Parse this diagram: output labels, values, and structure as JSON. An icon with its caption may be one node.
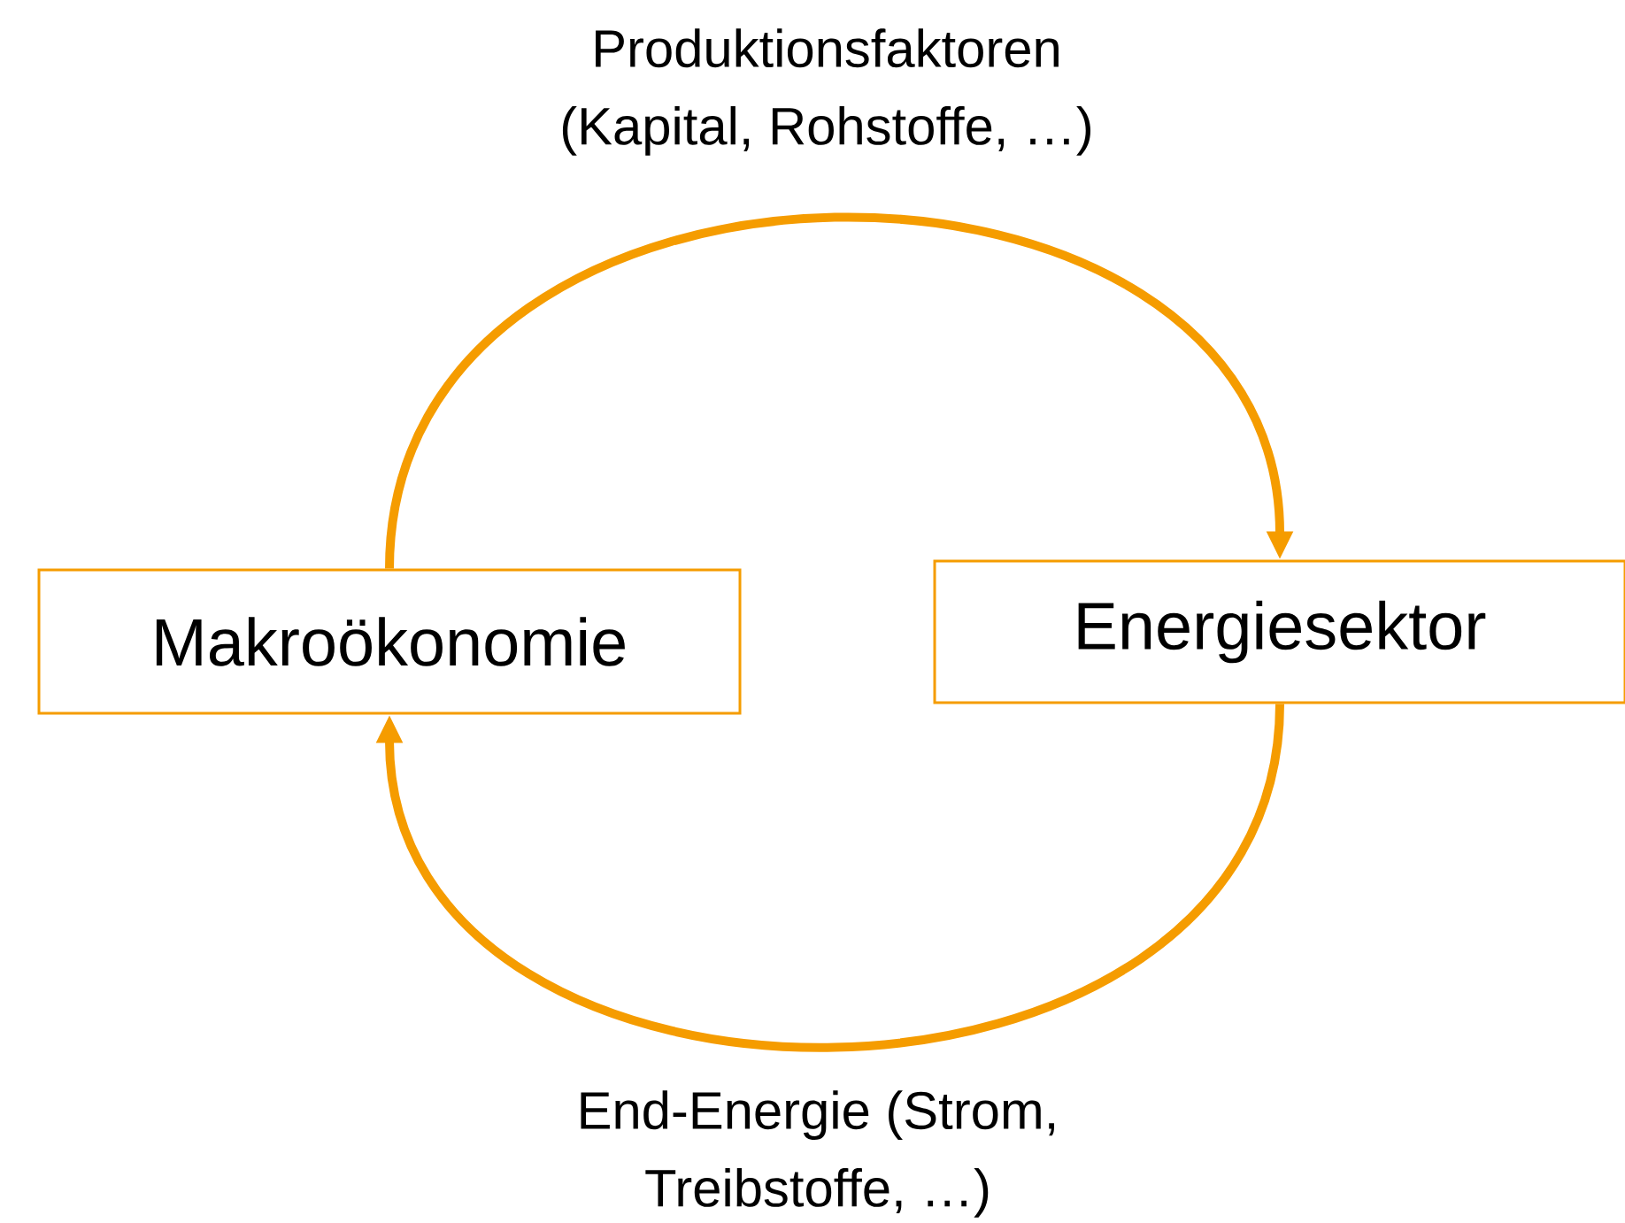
{
  "diagram": {
    "nodes": [
      {
        "text": [
          "Makroökonomie"
        ]
      },
      {
        "text": [
          "Energiesektor"
        ]
      }
    ],
    "edges": [
      {
        "from": 0,
        "to": 1,
        "arrow": "to",
        "label": "Produktionsfaktoren (Kapital, Rohstoffe, …)"
      },
      {
        "from": 1,
        "to": 0,
        "arrow": "to",
        "label": "End-Energie (Strom, Treibstoffe, …)"
      }
    ]
  }
}
